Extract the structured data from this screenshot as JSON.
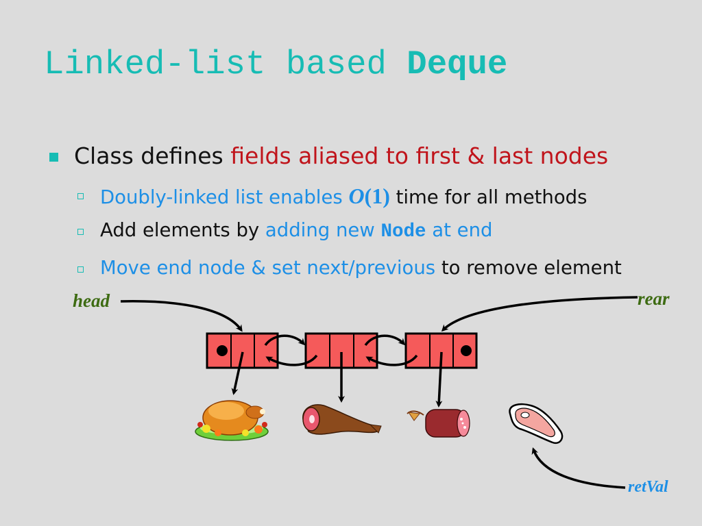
{
  "title": {
    "plain": "Linked-list based ",
    "code": "Deque"
  },
  "bullets": {
    "main": {
      "plain": "Class defines ",
      "highlight": "fields aliased to first & last nodes"
    },
    "sub1": {
      "highlight": "Doubly-linked list enables ",
      "big_o_letter": "O",
      "big_o_arg": "(1)",
      "rest": " time for all methods"
    },
    "sub2": {
      "plain": "Add elements by ",
      "highlight1": "adding new ",
      "code": "Node",
      "highlight2": " at end"
    },
    "sub3": {
      "highlight": "Move end node & set next/previous",
      "rest": " to remove element"
    }
  },
  "diagram": {
    "labels": {
      "head": "head",
      "rear": "rear",
      "ret": "retVal"
    },
    "node_fill": "#f55a5a",
    "items": [
      "turkey-icon",
      "ham-icon",
      "sausage-icon",
      "steak-icon"
    ]
  }
}
